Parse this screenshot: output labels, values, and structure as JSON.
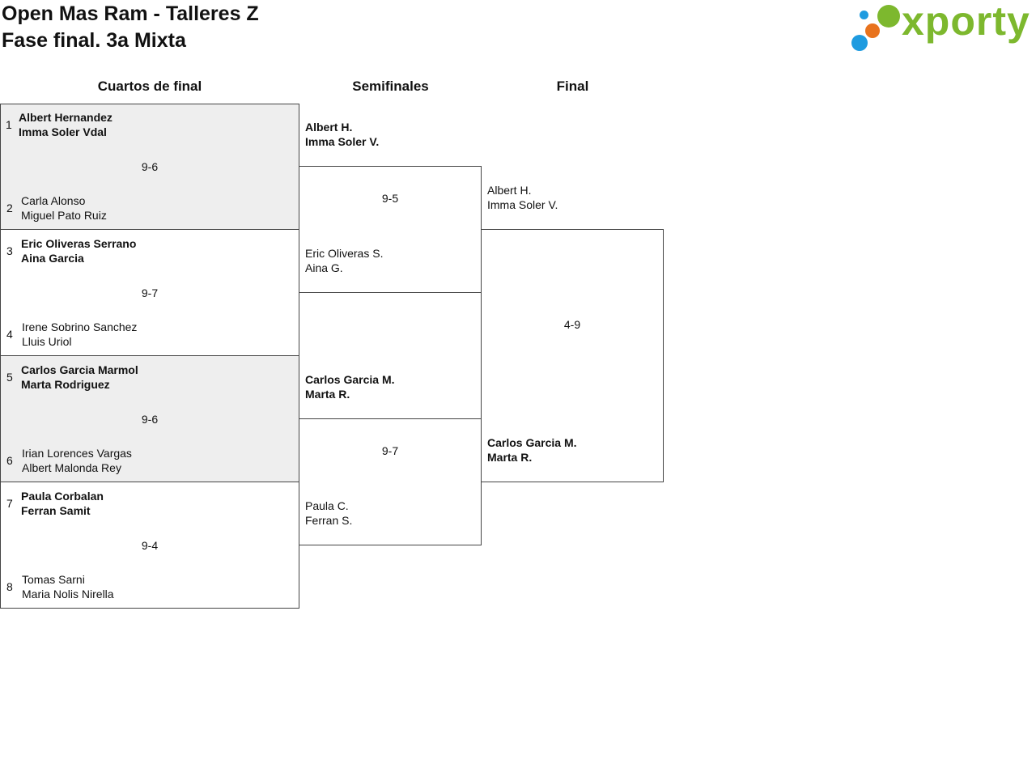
{
  "header": {
    "title": "Open Mas Ram - Talleres Z",
    "subtitle": "Fase final. 3a Mixta",
    "logo_text": "xporty",
    "logo_colors": {
      "green": "#7db82e",
      "blue": "#1e9be0",
      "orange": "#e8731e"
    }
  },
  "rounds": {
    "quarterfinals": "Cuartos de final",
    "semifinals": "Semifinales",
    "final": "Final"
  },
  "quarterfinals": [
    {
      "score": "9-6",
      "top": {
        "seed": "1",
        "p1": "Albert Hernandez",
        "p2": "Imma Soler Vdal"
      },
      "bottom": {
        "seed": "2",
        "p1": "Carla Alonso",
        "p2": "Miguel Pato Ruiz"
      }
    },
    {
      "score": "9-7",
      "top": {
        "seed": "3",
        "p1": "Eric Oliveras Serrano",
        "p2": "Aina Garcia"
      },
      "bottom": {
        "seed": "4",
        "p1": "Irene Sobrino Sanchez",
        "p2": "Lluis Uriol"
      }
    },
    {
      "score": "9-6",
      "top": {
        "seed": "5",
        "p1": "Carlos Garcia Marmol",
        "p2": "Marta Rodriguez"
      },
      "bottom": {
        "seed": "6",
        "p1": "Irian Lorences Vargas",
        "p2": "Albert Malonda Rey"
      }
    },
    {
      "score": "9-4",
      "top": {
        "seed": "7",
        "p1": "Paula Corbalan",
        "p2": "Ferran Samit"
      },
      "bottom": {
        "seed": "8",
        "p1": "Tomas Sarni",
        "p2": "Maria Nolis Nirella"
      }
    }
  ],
  "semifinals": [
    {
      "score": "9-5",
      "top": {
        "p1": "Albert H.",
        "p2": "Imma Soler V."
      },
      "bottom": {
        "p1": "Eric Oliveras S.",
        "p2": "Aina G."
      }
    },
    {
      "score": "9-7",
      "top": {
        "p1": "Carlos Garcia M.",
        "p2": "Marta R."
      },
      "bottom": {
        "p1": "Paula C.",
        "p2": "Ferran S."
      }
    }
  ],
  "final": {
    "score": "4-9",
    "top": {
      "p1": "Albert H.",
      "p2": "Imma Soler V."
    },
    "bottom": {
      "p1": "Carlos Garcia M.",
      "p2": "Marta R."
    }
  }
}
